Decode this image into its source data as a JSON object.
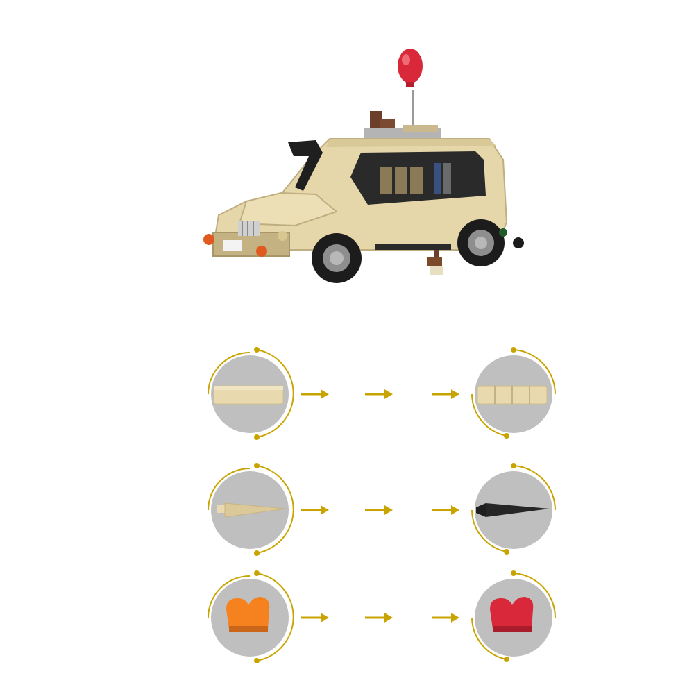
{
  "colors": {
    "tan": "#e8d9ae",
    "tan_dark": "#b9a678",
    "black": "#1f1f1f",
    "red": "#d8283a",
    "orange": "#f5821f",
    "gold": "#c9a400",
    "circle_gray": "#bfbfbf"
  },
  "product": {
    "image": "tan-brick-van-with-red-balloon"
  },
  "conversions": [
    {
      "from": "tan-tile-1x4",
      "to": "tan-tile-1x1-set"
    },
    {
      "from": "tan-spike-cone",
      "to": "black-spike-cone"
    },
    {
      "from": "orange-heart-tile",
      "to": "red-heart-tile"
    }
  ]
}
